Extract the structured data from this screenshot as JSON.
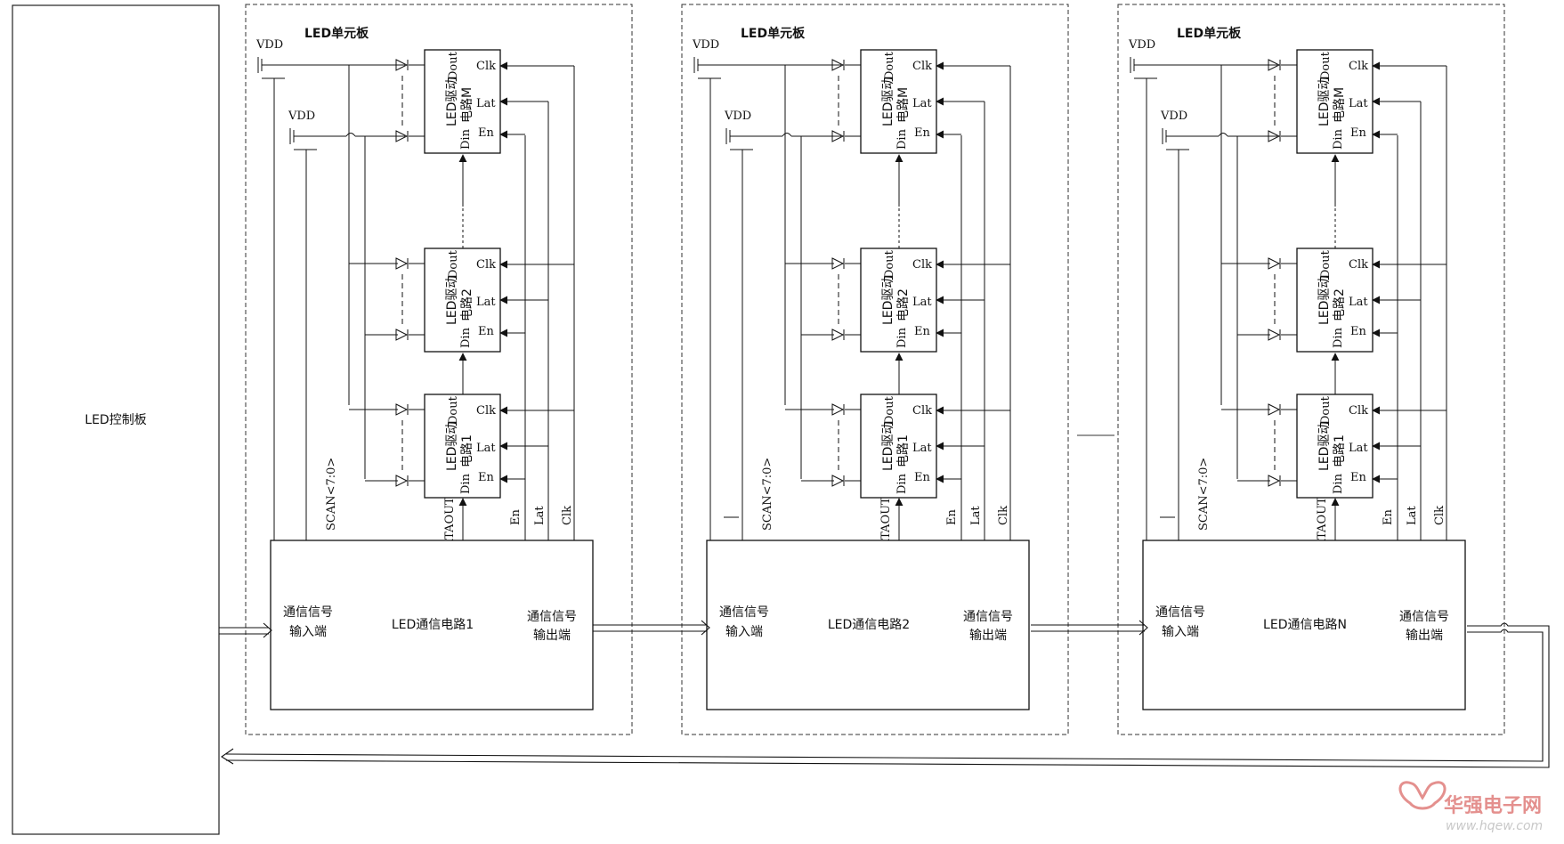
{
  "control_board": {
    "label": "LED控制板"
  },
  "unit_board_label": "LED单元板",
  "vdd_label": "VDD",
  "drivers": [
    {
      "line1": "LED驱动",
      "line2": "电路M"
    },
    {
      "line1": "LED驱动",
      "line2": "电路2"
    },
    {
      "line1": "LED驱动",
      "line2": "电路1"
    }
  ],
  "pins": {
    "dout": "Dout",
    "din": "Din",
    "clk": "Clk",
    "lat": "Lat",
    "en": "En"
  },
  "bus_labels": {
    "scan": "SCAN<7:0>",
    "dataout": "DATAOUT",
    "en": "En",
    "lat": "Lat",
    "clk": "Clk"
  },
  "comm_circuits": [
    {
      "title": "LED通信电路1"
    },
    {
      "title": "LED通信电路2"
    },
    {
      "title": "LED通信电路N"
    }
  ],
  "comm_ports": {
    "in_line1": "通信信号",
    "in_line2": "输入端",
    "out_line1": "通信信号",
    "out_line2": "输出端"
  },
  "watermark": {
    "brand": "华强电子网",
    "url": "www.hqew.com"
  }
}
